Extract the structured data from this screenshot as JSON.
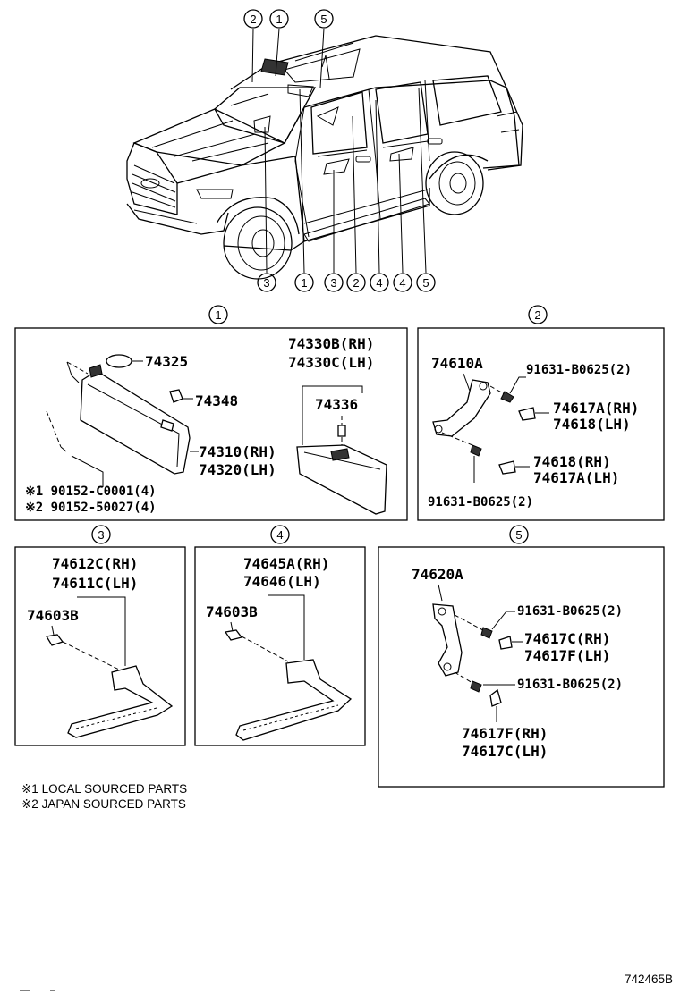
{
  "callouts": {
    "top": [
      "2",
      "1",
      "5"
    ],
    "bottom": [
      "3",
      "1",
      "3",
      "2",
      "4",
      "4",
      "5"
    ],
    "sections": [
      "1",
      "2",
      "3",
      "4",
      "5"
    ]
  },
  "section1": {
    "p74325": "74325",
    "p74348": "74348",
    "p74330b": "74330B(RH)",
    "p74330c": "74330C(LH)",
    "p74336": "74336",
    "p74310": "74310(RH)",
    "p74320": "74320(LH)",
    "bolt1": "※1 90152-C0001(4)",
    "bolt2": "※2 90152-50027(4)"
  },
  "section2": {
    "p74610a": "74610A",
    "screw_top": "91631-B0625(2)",
    "p74617a_rh": "74617A(RH)",
    "p74618_lh": "74618(LH)",
    "p74618_rh": "74618(RH)",
    "p74617a_lh": "74617A(LH)",
    "screw_bottom": "91631-B0625(2)"
  },
  "section3": {
    "p74612c": "74612C(RH)",
    "p74611c": "74611C(LH)",
    "p74603b": "74603B"
  },
  "section4": {
    "p74645a": "74645A(RH)",
    "p74646": "74646(LH)",
    "p74603b": "74603B"
  },
  "section5": {
    "p74620a": "74620A",
    "screw_top": "91631-B0625(2)",
    "p74617c_rh": "74617C(RH)",
    "p74617f_lh": "74617F(LH)",
    "screw_bottom": "91631-B0625(2)",
    "p74617f_rh": "74617F(RH)",
    "p74617c_lh": "74617C(LH)"
  },
  "notes": {
    "local": "※1 LOCAL SOURCED PARTS",
    "japan": "※2 JAPAN SOURCED PARTS"
  },
  "figure_id": "742465B"
}
